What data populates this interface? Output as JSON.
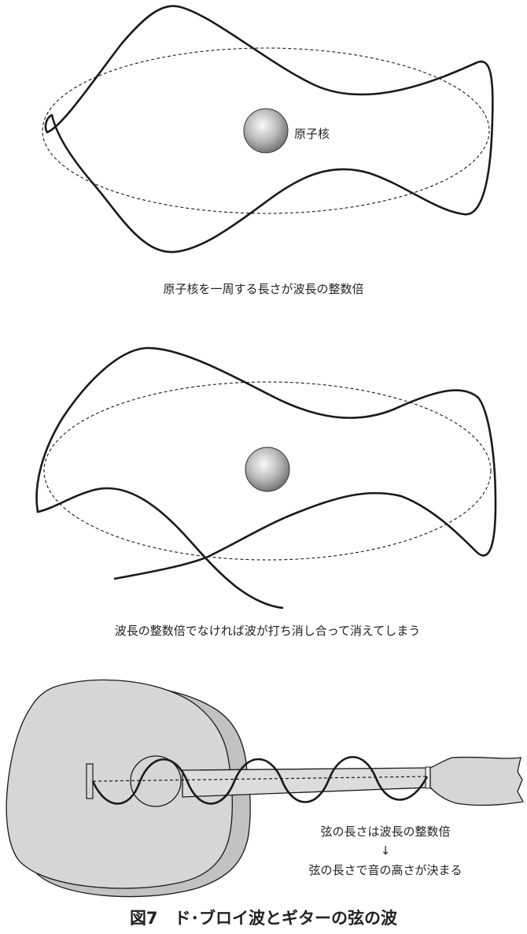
{
  "panel_top": {
    "nucleus_label": "原子核",
    "caption": "原子核を一周する長さが波長の整数倍"
  },
  "panel_middle": {
    "caption": "波長の整数倍でなければ波が打ち消し合って消えてしまう"
  },
  "panel_guitar": {
    "note_line1": "弦の長さは波長の整数倍",
    "arrow": "↓",
    "note_line2": "弦の長さで音の高さが決まる"
  },
  "figure_title": "図7　ド･ブロイ波とギターの弦の波",
  "colors": {
    "stroke": "#1a1a1a",
    "guitar_fill": "#d6d6d6",
    "guitar_side": "#c2c2c2",
    "neck_fill": "#dcdcdc",
    "nucleus_light": "#fafafa",
    "nucleus_dark": "#6f6f6f"
  }
}
